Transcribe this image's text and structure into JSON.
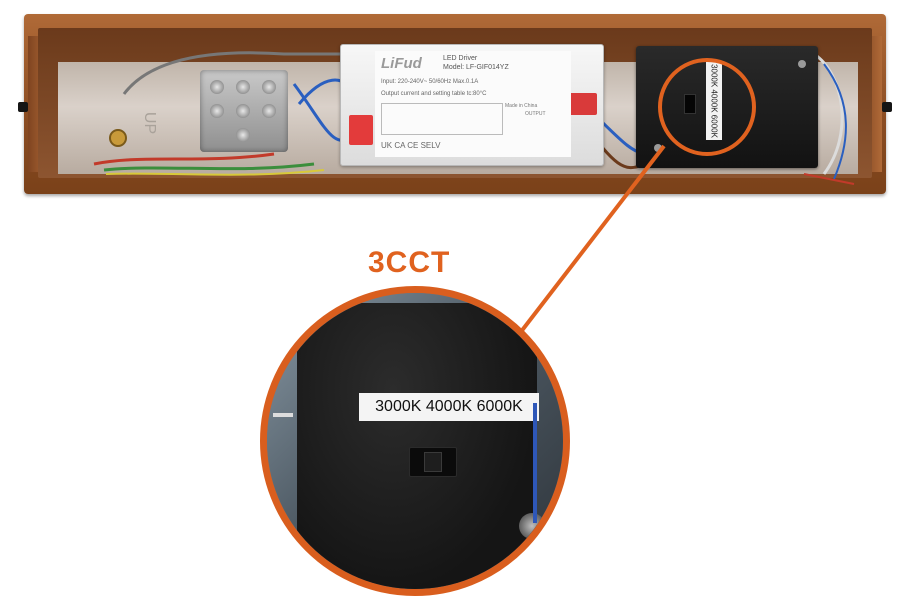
{
  "caption": {
    "title": "3CCT"
  },
  "switch_label": {
    "text": "3000K 4000K 6000K"
  },
  "driver": {
    "brand": "LiFud",
    "title": "LED Driver",
    "model": "Model: LF-GIF014YZ",
    "input": "Input: 220-240V~ 50/60Hz  Max.0.1A",
    "output": "Output current and setting table  tc:80°C",
    "marks": "UK CA  CE  SELV",
    "origin": "Made in China",
    "output_heading": "OUTPUT"
  },
  "housing": {
    "up_marking": "UP"
  },
  "colors": {
    "accent": "#e0621f",
    "housing": "#8a4c22",
    "switch_box": "#1a1a1a",
    "label": "#f4f4f4"
  }
}
